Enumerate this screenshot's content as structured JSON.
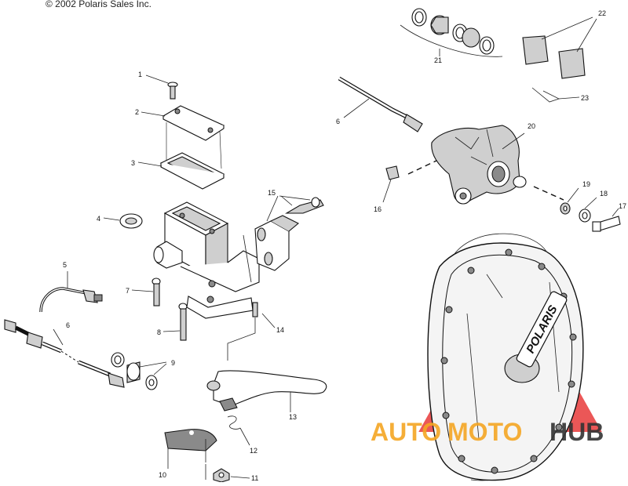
{
  "copyright": "© 2002 Polaris Sales Inc.",
  "watermark": {
    "brand_left": "AUTO",
    "brand_mid": "MOTO",
    "brand_right": "HUB",
    "color_red": "#e83a3a",
    "color_orange": "#f5a623",
    "color_dark": "#333333"
  },
  "cover_logo": "POLARIS",
  "callouts": {
    "c1": "1",
    "c2": "2",
    "c3": "3",
    "c4": "4",
    "c5": "5",
    "c6a": "6",
    "c6b": "6",
    "c7": "7",
    "c8": "8",
    "c9": "9",
    "c10": "10",
    "c11": "11",
    "c12": "12",
    "c13": "13",
    "c14": "14",
    "c15": "15",
    "c16": "16",
    "c17": "17",
    "c18": "18",
    "c19": "19",
    "c20": "20",
    "c21": "21",
    "c22": "22",
    "c23": "23"
  }
}
